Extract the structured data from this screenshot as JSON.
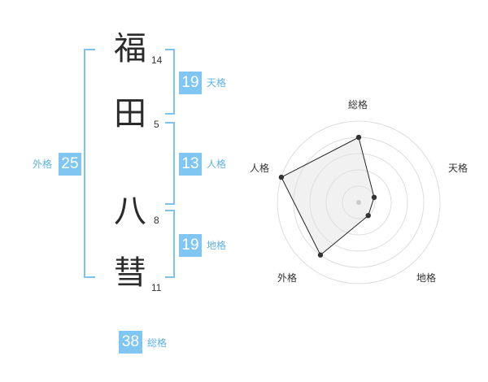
{
  "name": {
    "chars": [
      {
        "char": "福",
        "strokes": "14"
      },
      {
        "char": "田",
        "strokes": "5"
      },
      {
        "char": "八",
        "strokes": "8"
      },
      {
        "char": "彗",
        "strokes": "11"
      }
    ]
  },
  "fortune": {
    "tenkaku": {
      "value": "19",
      "label": "天格"
    },
    "jinkaku": {
      "value": "13",
      "label": "人格"
    },
    "chikaku": {
      "value": "19",
      "label": "地格"
    },
    "gaikaku": {
      "value": "25",
      "label": "外格"
    },
    "soukaku": {
      "value": "38",
      "label": "総格"
    }
  },
  "colors": {
    "accent": "#7fc6f2",
    "bracket": "#7cc3ef",
    "label": "#5fb2e6"
  },
  "chart_data": {
    "type": "radar",
    "axes": [
      "総格",
      "天格",
      "地格",
      "外格",
      "人格"
    ],
    "values": [
      4,
      1,
      1,
      4,
      5
    ],
    "max": 5,
    "rings": 5
  }
}
